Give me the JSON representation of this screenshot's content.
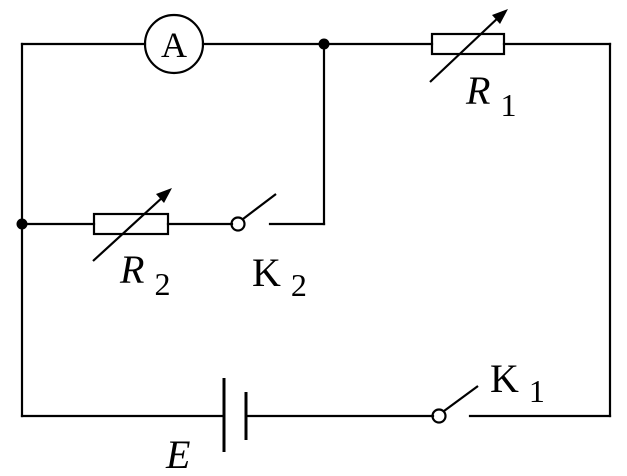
{
  "diagram": {
    "ammeter": {
      "symbol": "A"
    },
    "rheostat_1": {
      "label_main": "R",
      "label_sub": "1"
    },
    "rheostat_2": {
      "label_main": "R",
      "label_sub": "2"
    },
    "switch_2": {
      "label_main": "K",
      "label_sub": "2"
    },
    "switch_1": {
      "label_main": "K",
      "label_sub": "1"
    },
    "battery": {
      "label": "E"
    }
  }
}
